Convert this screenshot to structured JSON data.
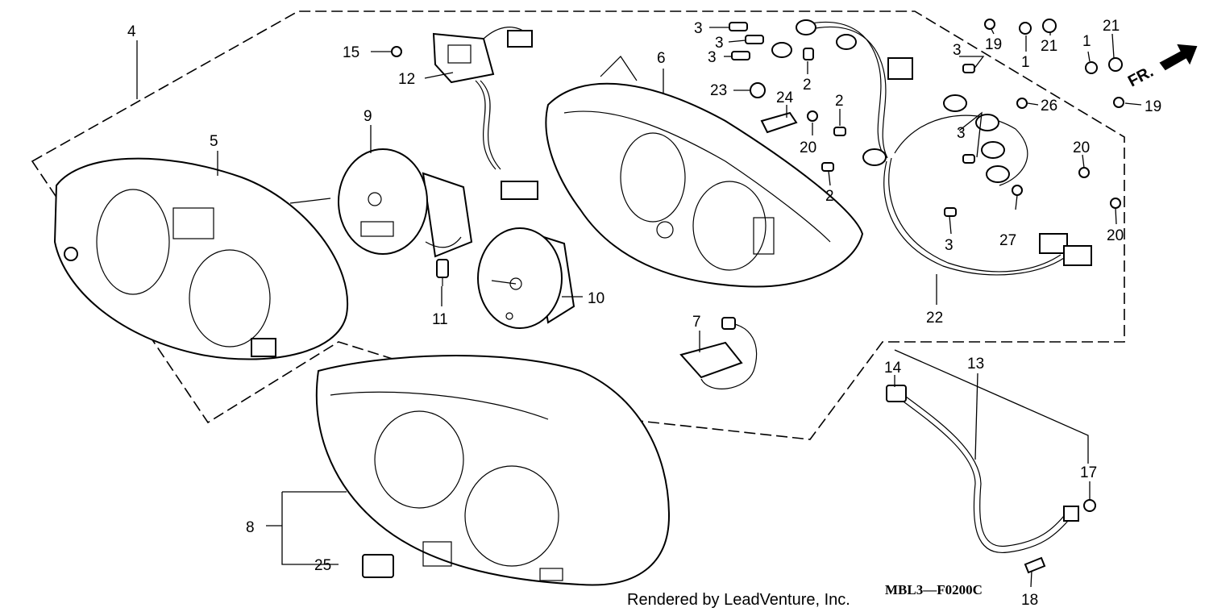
{
  "diagram": {
    "callouts": {
      "c1a": "1",
      "c1b": "1",
      "c2a": "2",
      "c2b": "2",
      "c2c": "2",
      "c3a": "3",
      "c3b": "3",
      "c3c": "3",
      "c3d": "3",
      "c3e": "3",
      "c3f": "3",
      "c4": "4",
      "c5": "5",
      "c6": "6",
      "c7": "7",
      "c8": "8",
      "c9": "9",
      "c10": "10",
      "c11": "11",
      "c12": "12",
      "c13": "13",
      "c14": "14",
      "c15": "15",
      "c17": "17",
      "c18": "18",
      "c19a": "19",
      "c19b": "19",
      "c20a": "20",
      "c20b": "20",
      "c20c": "20",
      "c21a": "21",
      "c21b": "21",
      "c22": "22",
      "c23": "23",
      "c24": "24",
      "c25": "25",
      "c26": "26",
      "c27": "27"
    },
    "direction_label": "FR.",
    "credit": "Rendered by LeadVenture, Inc.",
    "diagram_code": "MBL3—F0200C"
  }
}
